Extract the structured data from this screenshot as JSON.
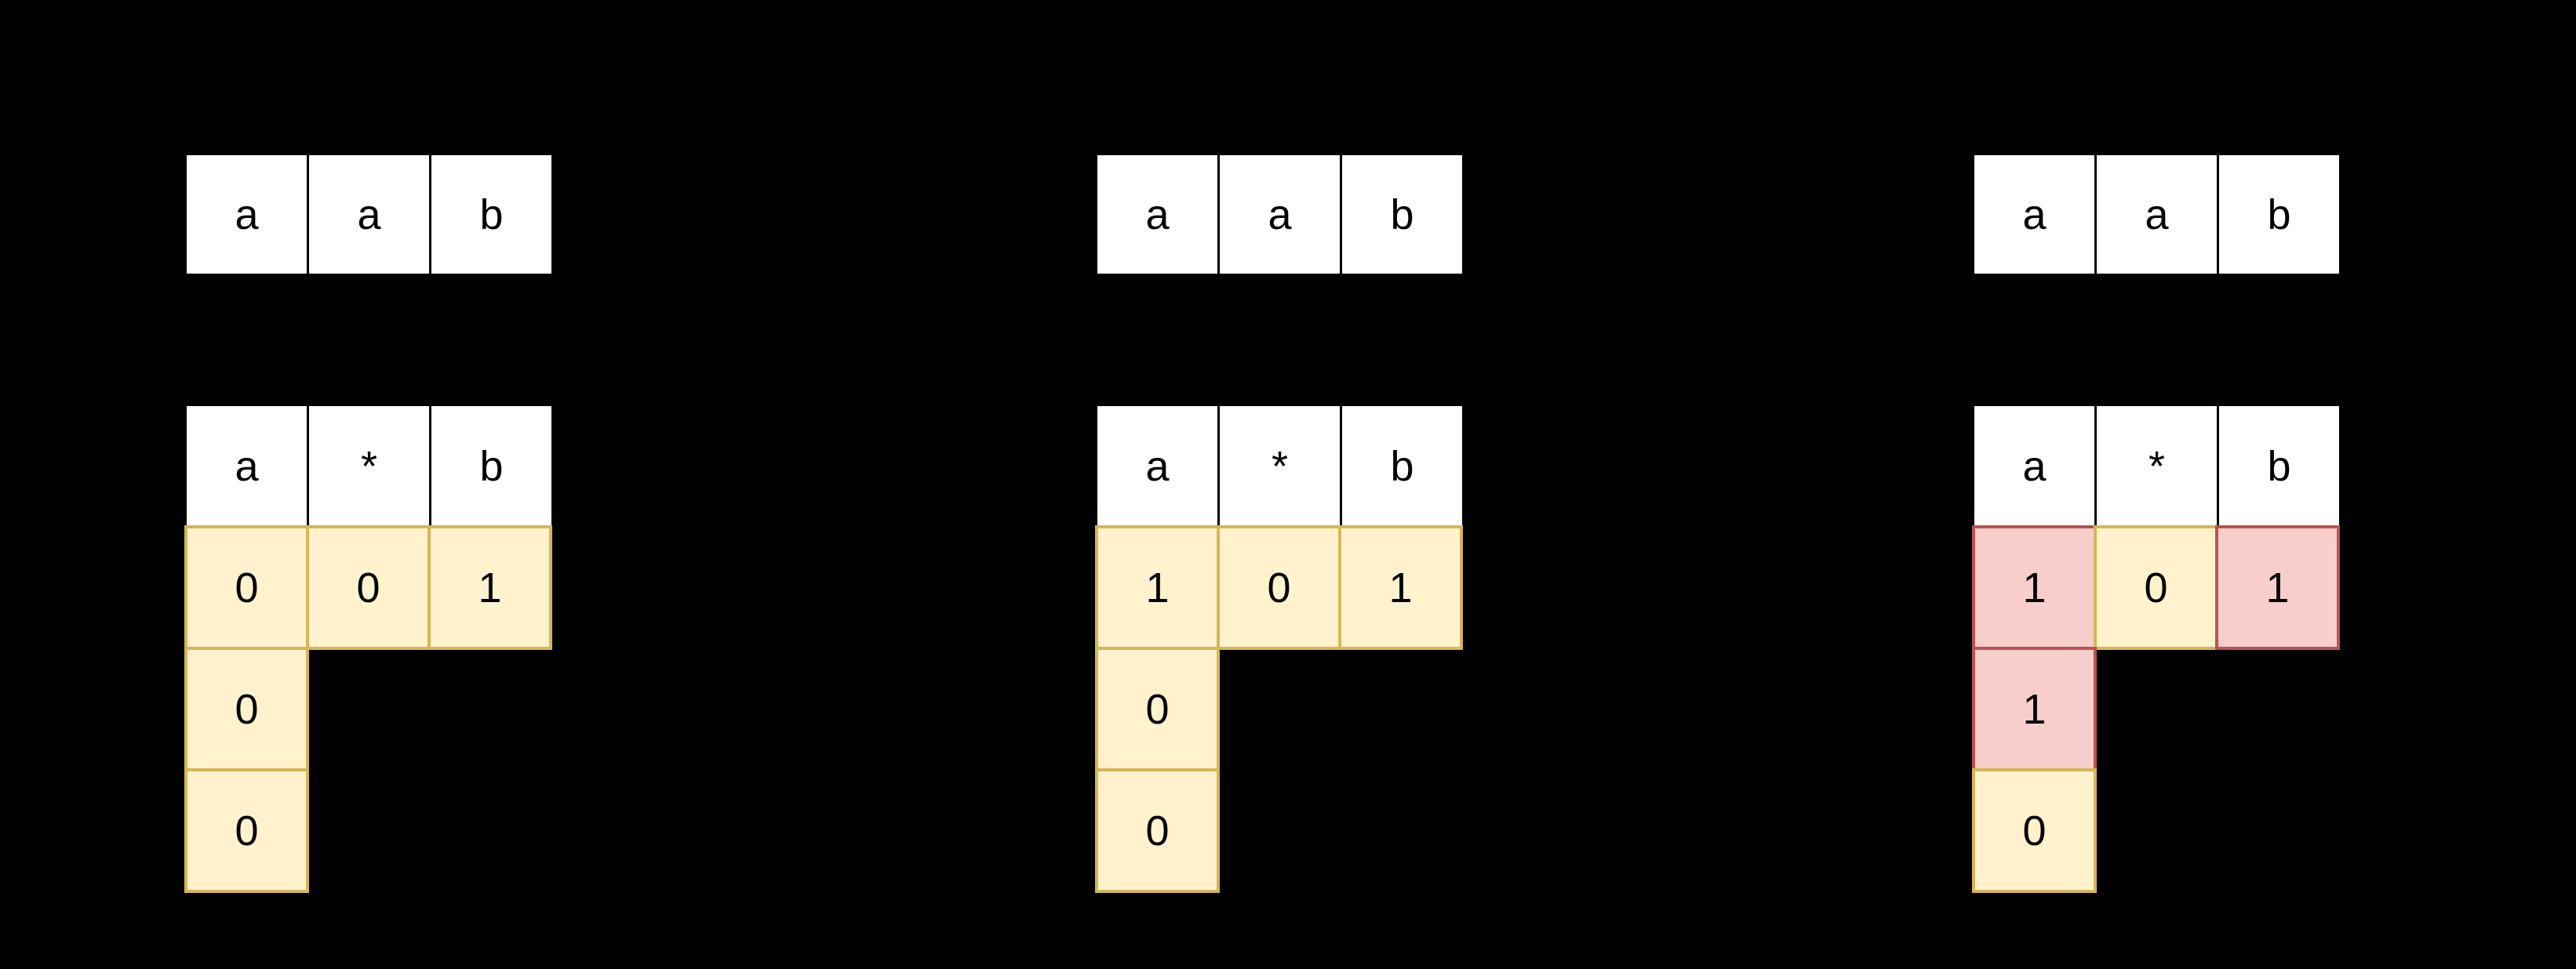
{
  "colors": {
    "canvas-background": "#000000",
    "white-fill": "#FFFFFF",
    "black-border": "#000000",
    "yellow-fill": "#FFF2CC",
    "yellow-border": "#D6B656",
    "red-fill": "#F8CECC",
    "red-border": "#B85450",
    "text-color": "#000000"
  },
  "diagram": {
    "groups": [
      {
        "string_cells": [
          "a",
          "a",
          "b"
        ],
        "pattern_cells": [
          "a",
          "*",
          "b"
        ],
        "first_row_cells": [
          {
            "value": "0",
            "state": "yellow"
          },
          {
            "value": "0",
            "state": "yellow"
          },
          {
            "value": "1",
            "state": "yellow"
          }
        ],
        "first_col_cells": [
          {
            "value": "0",
            "state": "yellow"
          },
          {
            "value": "0",
            "state": "yellow"
          }
        ]
      },
      {
        "string_cells": [
          "a",
          "a",
          "b"
        ],
        "pattern_cells": [
          "a",
          "*",
          "b"
        ],
        "first_row_cells": [
          {
            "value": "1",
            "state": "yellow"
          },
          {
            "value": "0",
            "state": "yellow"
          },
          {
            "value": "1",
            "state": "yellow"
          }
        ],
        "first_col_cells": [
          {
            "value": "0",
            "state": "yellow"
          },
          {
            "value": "0",
            "state": "yellow"
          }
        ]
      },
      {
        "string_cells": [
          "a",
          "a",
          "b"
        ],
        "pattern_cells": [
          "a",
          "*",
          "b"
        ],
        "first_row_cells": [
          {
            "value": "1",
            "state": "red"
          },
          {
            "value": "0",
            "state": "yellow"
          },
          {
            "value": "1",
            "state": "red"
          }
        ],
        "first_col_cells": [
          {
            "value": "1",
            "state": "red"
          },
          {
            "value": "0",
            "state": "yellow"
          }
        ]
      }
    ]
  }
}
